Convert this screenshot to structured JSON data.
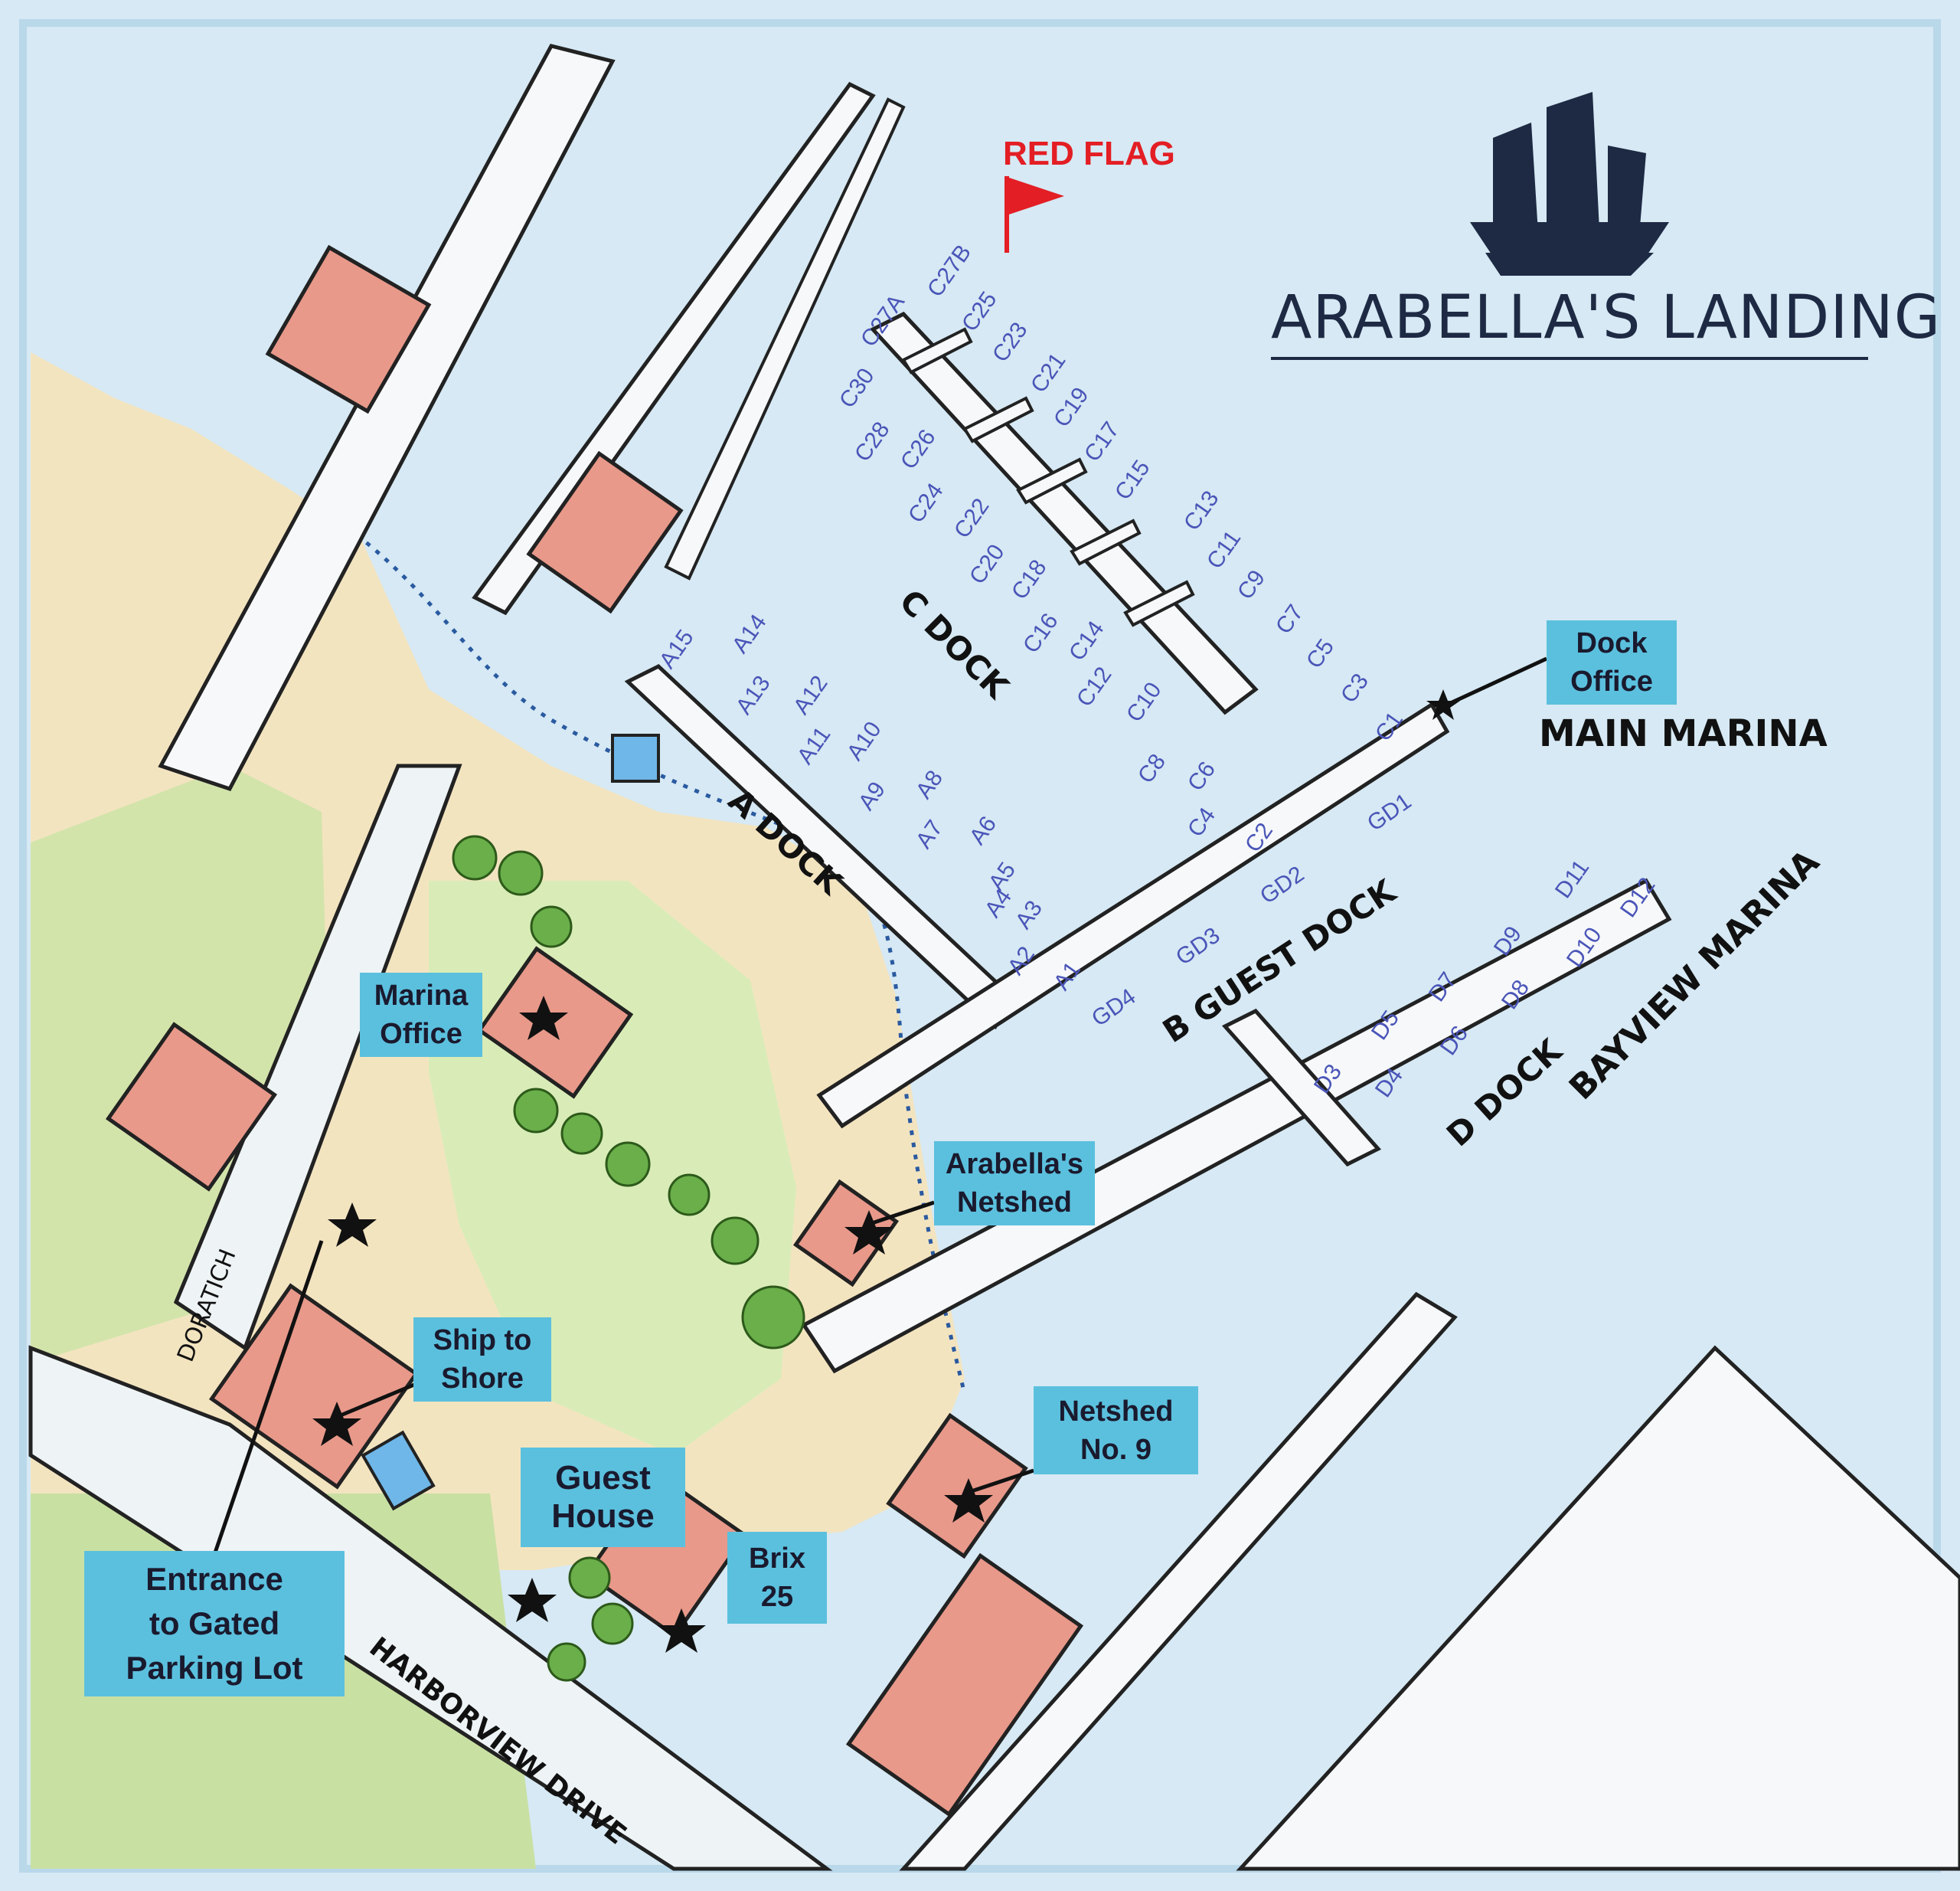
{
  "map": {
    "title": "ARABELLA'S LANDING",
    "red_flag": "RED FLAG",
    "main_marina": "MAIN MARINA",
    "bayview_marina": "BAYVIEW MARINA",
    "docks": {
      "a": "A DOCK",
      "b": "B GUEST DOCK",
      "c": "C DOCK",
      "d": "D DOCK"
    },
    "streets": {
      "doratich": "DORATICH",
      "harborview": "HARBORVIEW DRIVE"
    },
    "places": {
      "dock_office": [
        "Dock",
        "Office"
      ],
      "marina_office": [
        "Marina",
        "Office"
      ],
      "arabellas_netshed": [
        "Arabella's",
        "Netshed"
      ],
      "ship_to_shore": [
        "Ship to",
        "Shore"
      ],
      "netshed_no9": [
        "Netshed",
        "No. 9"
      ],
      "guest_house": [
        "Guest",
        "House"
      ],
      "brix25": [
        "Brix",
        "25"
      ],
      "entrance": [
        "Entrance",
        "to Gated",
        "Parking Lot"
      ]
    },
    "slips": {
      "c_left": [
        "C30",
        "C28",
        "C26",
        "C24",
        "C22",
        "C20",
        "C18",
        "C16",
        "C14",
        "C12",
        "C10",
        "C8",
        "C6",
        "C4",
        "C2"
      ],
      "c_right": [
        "C27A",
        "C27B",
        "C25",
        "C23",
        "C21",
        "C19",
        "C17",
        "C15",
        "C13",
        "C11",
        "C9",
        "C7",
        "C5",
        "C3",
        "C1"
      ],
      "a": [
        "A15",
        "A14",
        "A13",
        "A12",
        "A11",
        "A10",
        "A9",
        "A8",
        "A7",
        "A6",
        "A5",
        "A4",
        "A3",
        "A2",
        "A1"
      ],
      "gd": [
        "GD1",
        "GD2",
        "GD3",
        "GD4"
      ],
      "d": [
        "D3",
        "D4",
        "D5",
        "D6",
        "D7",
        "D8",
        "D9",
        "D10",
        "D11",
        "D12"
      ]
    },
    "colors": {
      "water": "#d6e9f4",
      "label_bg": "#5bc0de",
      "slip_text": "#4a55b8",
      "roof": "#e8998a",
      "land": "#f3e4c0",
      "grass": "#cfe3a8",
      "flag": "#e31e24",
      "title": "#1e2a44"
    }
  }
}
